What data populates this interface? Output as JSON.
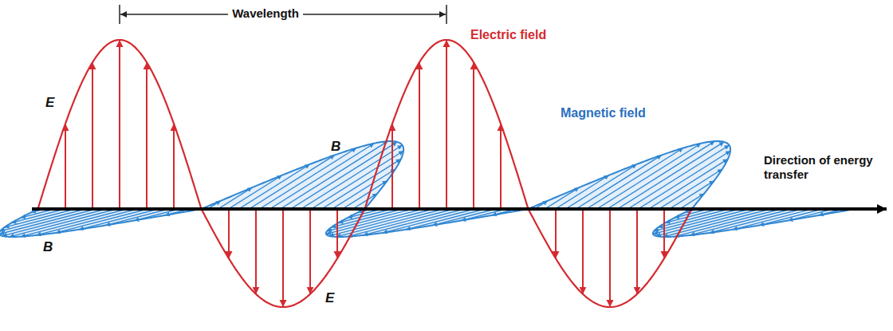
{
  "diagram": {
    "labels": [
      "Wavelength",
      "Electric field",
      "E",
      "B",
      "Magnetic field",
      "Direction of energy transfer",
      "B",
      "E"
    ]
  }
}
